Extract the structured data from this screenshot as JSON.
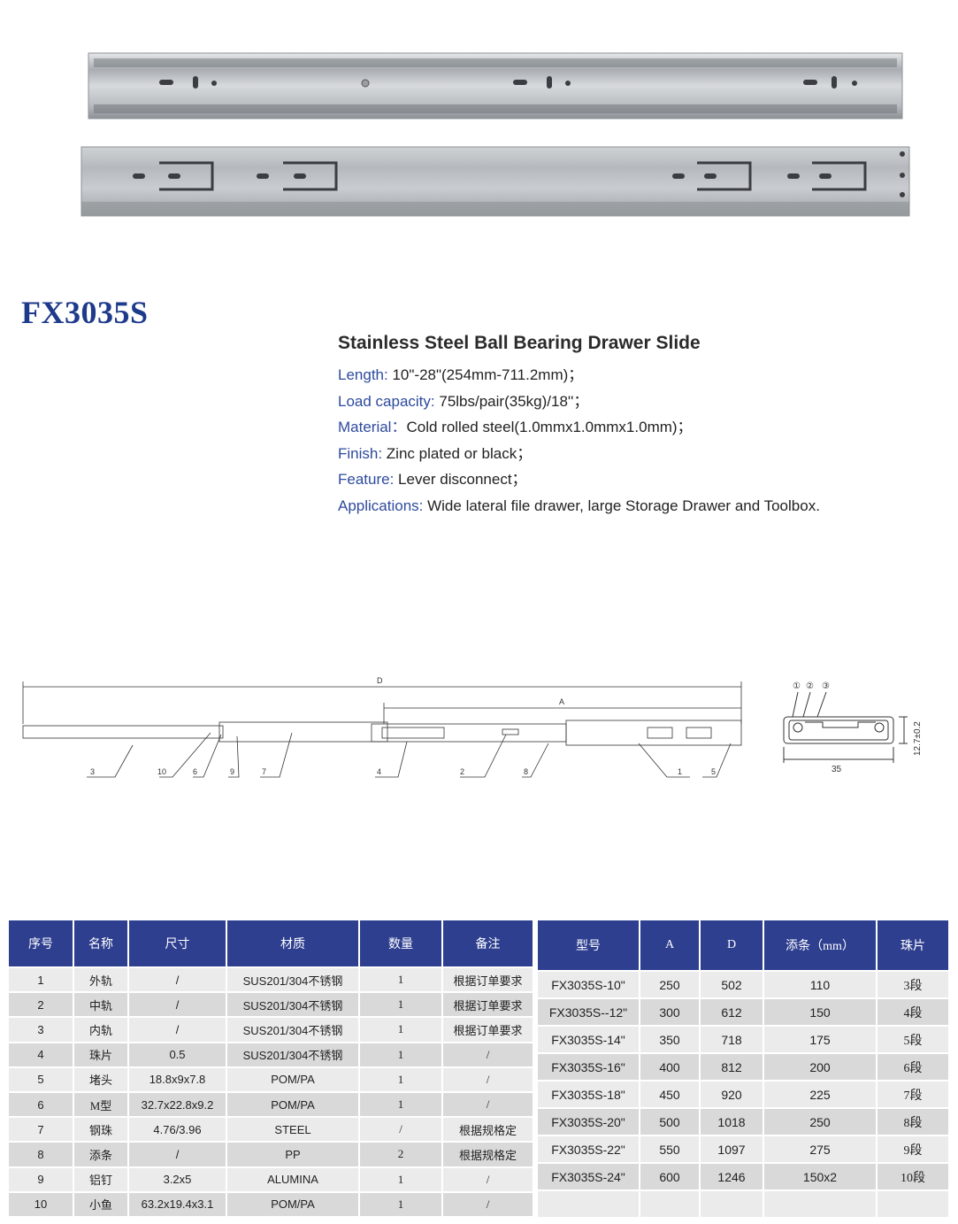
{
  "model": "FX3035S",
  "spec": {
    "title": "Stainless Steel Ball Bearing Drawer Slide",
    "rows": [
      {
        "label": "Length:",
        "value": " 10\"-28\"(254mm-711.2mm)；"
      },
      {
        "label": "Load capacity:",
        "value": "  75lbs/pair(35kg)/18''；"
      },
      {
        "label": "Material：",
        "value": "Cold rolled steel(1.0mmx1.0mmx1.0mm)；"
      },
      {
        "label": "Finish:",
        "value": " Zinc plated or black；"
      },
      {
        "label": "Feature:",
        "value": "  Lever disconnect；"
      },
      {
        "label": "Applications:",
        "value": "  Wide lateral file drawer, large Storage Drawer and Toolbox."
      }
    ]
  },
  "drawing": {
    "dim_D": "D",
    "dim_A": "A",
    "callouts": [
      "3",
      "10",
      "6",
      "9",
      "7",
      "4",
      "2",
      "8",
      "1",
      "5"
    ],
    "section_width": "35",
    "section_height": "12.7±0.2",
    "section_callouts": [
      "①",
      "②",
      "③"
    ]
  },
  "parts_table": {
    "headers": [
      "序号",
      "名称",
      "尺寸",
      "材质",
      "数量",
      "备注"
    ],
    "rows": [
      [
        "1",
        "外轨",
        "/",
        "SUS201/304不锈钢",
        "1",
        "根据订单要求"
      ],
      [
        "2",
        "中轨",
        "/",
        "SUS201/304不锈钢",
        "1",
        "根据订单要求"
      ],
      [
        "3",
        "内轨",
        "/",
        "SUS201/304不锈钢",
        "1",
        "根据订单要求"
      ],
      [
        "4",
        "珠片",
        "0.5",
        "SUS201/304不锈钢",
        "1",
        "/"
      ],
      [
        "5",
        "堵头",
        "18.8x9x7.8",
        "POM/PA",
        "1",
        "/"
      ],
      [
        "6",
        "M型",
        "32.7x22.8x9.2",
        "POM/PA",
        "1",
        "/"
      ],
      [
        "7",
        "钢珠",
        "4.76/3.96",
        "STEEL",
        "/",
        "根据规格定"
      ],
      [
        "8",
        "添条",
        "/",
        "PP",
        "2",
        "根据规格定"
      ],
      [
        "9",
        "铝钉",
        "3.2x5",
        "ALUMINA",
        "1",
        "/"
      ],
      [
        "10",
        "小鱼",
        "63.2x19.4x3.1",
        "POM/PA",
        "1",
        "/"
      ]
    ]
  },
  "size_table": {
    "headers": [
      "型号",
      "A",
      "D",
      "添条（mm）",
      "珠片"
    ],
    "rows": [
      [
        "FX3035S-10\"",
        "250",
        "502",
        "110",
        "3段"
      ],
      [
        "FX3035S--12\"",
        "300",
        "612",
        "150",
        "4段"
      ],
      [
        "FX3035S-14\"",
        "350",
        "718",
        "175",
        "5段"
      ],
      [
        "FX3035S-16\"",
        "400",
        "812",
        "200",
        "6段"
      ],
      [
        "FX3035S-18\"",
        "450",
        "920",
        "225",
        "7段"
      ],
      [
        "FX3035S-20\"",
        "500",
        "1018",
        "250",
        "8段"
      ],
      [
        "FX3035S-22\"",
        "550",
        "1097",
        "275",
        "9段"
      ],
      [
        "FX3035S-24\"",
        "600",
        "1246",
        "150x2",
        "10段"
      ],
      [
        "",
        "",
        "",
        "",
        ""
      ]
    ]
  },
  "colors": {
    "title_blue": "#1e3a8a",
    "label_blue": "#2e4a9e",
    "header_bg": "#2e3f8f",
    "row_light": "#ebebeb",
    "row_dark": "#d9d9d9"
  }
}
